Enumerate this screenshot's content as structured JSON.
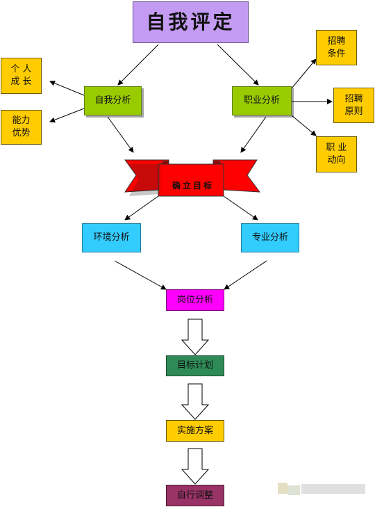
{
  "title": "自我评定",
  "self_analysis": "自我分析",
  "career_analysis": "职业分析",
  "personal_growth": "个  人\n成  长",
  "ability_strength": "能力\n优势",
  "recruit_conditions": "招聘\n条件",
  "recruit_principles": "招聘\n原则",
  "career_trend": "职  业\n动向",
  "goal": "确立目标",
  "environment_analysis": "环境分析",
  "major_analysis": "专业分析",
  "post_analysis": "岗位分析",
  "goal_plan": "目标计划",
  "implementation_plan": "实施方案",
  "self_adjustment": "自行调整",
  "colors": {
    "title": "#c39bf2",
    "analysis": "#99cc00",
    "factor": "#ffcc00",
    "goal_ribbon": "#ff0000",
    "context": "#33ccff",
    "post": "#ff00ff",
    "plan": "#2e8b57",
    "implementation": "#ffcc00",
    "adjustment": "#993366"
  }
}
